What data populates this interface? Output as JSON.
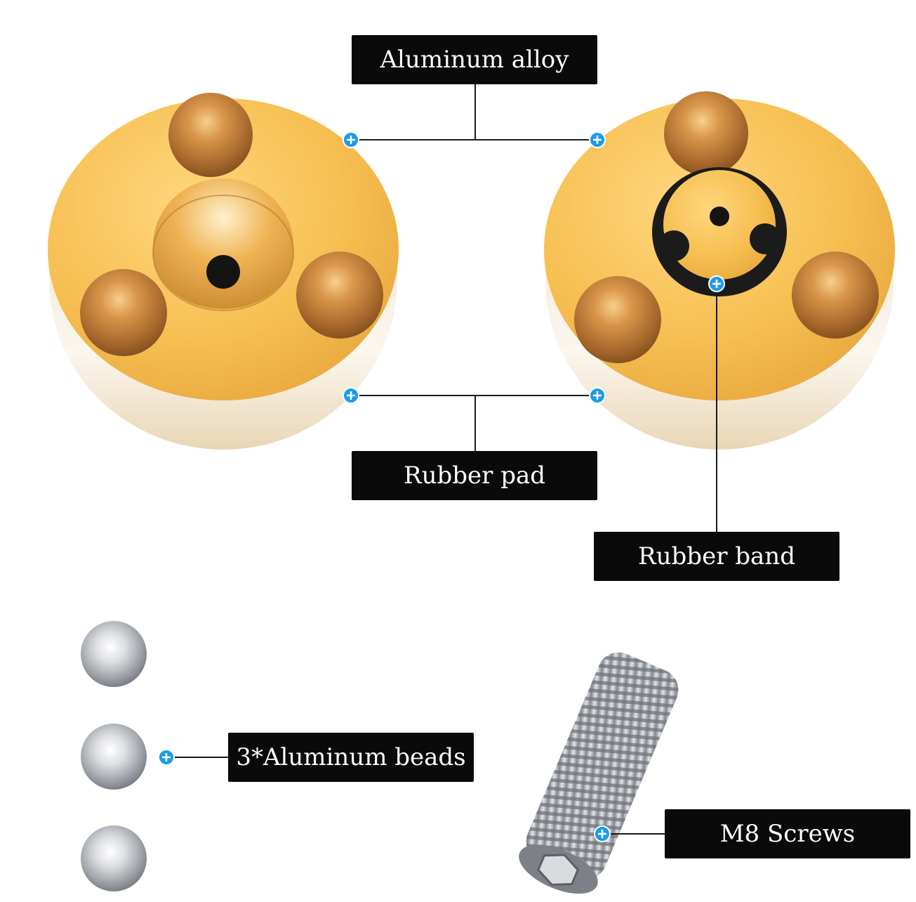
{
  "labels": {
    "aluminum_alloy": "Aluminum alloy",
    "rubber_pad": "Rubber pad",
    "rubber_band": "Rubber band",
    "aluminum_beads": "3*Aluminum beads",
    "m8_screws": "M8 Screws"
  },
  "colors": {
    "background": "#ffffff",
    "label_background": "#0a0a0a",
    "label_text": "#ffffff",
    "leader_line": "#1a1a1a",
    "marker": "#1e9be8",
    "disc_gold": "#f6bf52",
    "bead_copper": "#b0702c",
    "rubber_black": "#1b1b1b",
    "steel": "#b5b8bc"
  },
  "icons": [
    "plus-marker-icon",
    "steel-ball-icon",
    "threaded-screw-icon"
  ]
}
